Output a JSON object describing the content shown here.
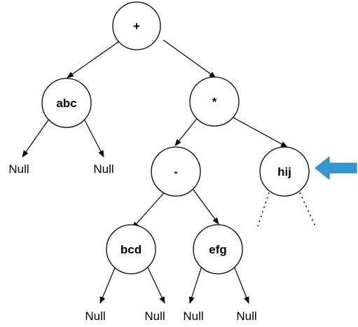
{
  "nodes": [
    {
      "id": "plus",
      "label": "+"
    },
    {
      "id": "abc",
      "label": "abc"
    },
    {
      "id": "times",
      "label": "*"
    },
    {
      "id": "minus",
      "label": "-"
    },
    {
      "id": "hij",
      "label": "hij"
    },
    {
      "id": "bcd",
      "label": "bcd"
    },
    {
      "id": "efg",
      "label": "efg"
    }
  ],
  "null_label": "Null",
  "highlight": {
    "target": "hij",
    "color": "#3497D1"
  }
}
